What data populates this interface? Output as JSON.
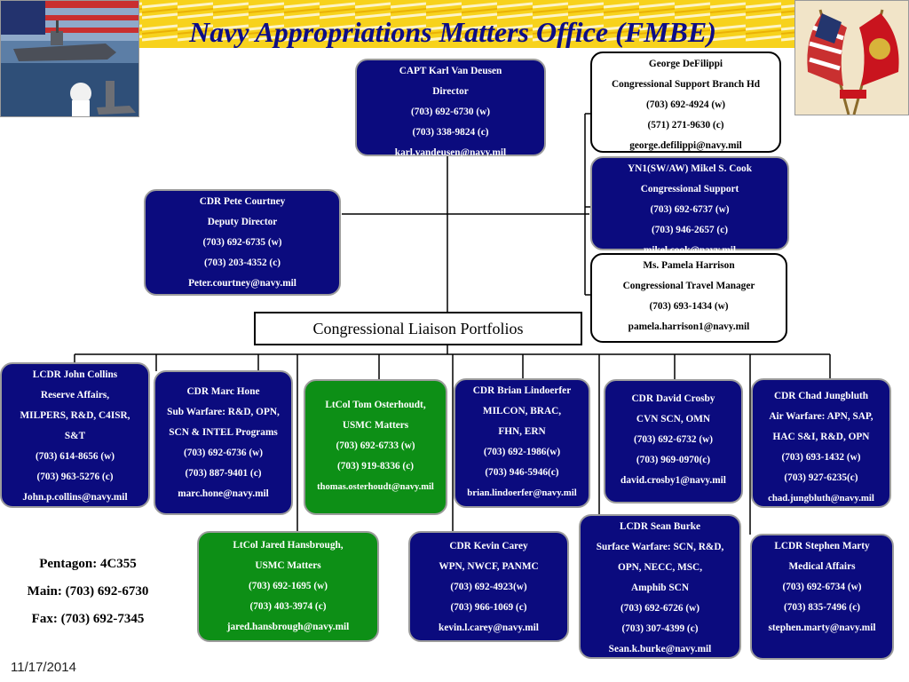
{
  "title": "Navy Appropriations Matters Office (FMBE)",
  "director": [
    "CAPT Karl Van Deusen",
    "Director",
    "(703) 692-6730 (w)",
    "(703) 338-9824 (c)",
    "karl.vandeusen@navy.mil"
  ],
  "deputy": [
    "CDR Pete Courtney",
    "Deputy Director",
    "(703) 692-6735 (w)",
    "(703) 203-4352 (c)",
    "Peter.courtney@navy.mil"
  ],
  "support_head": [
    "George DeFilippi",
    "Congressional Support Branch Hd",
    "(703) 692-4924 (w)",
    "(571)  271-9630 (c)",
    "george.defilippi@navy.mil"
  ],
  "support": [
    "YN1(SW/AW) Mikel S. Cook",
    "Congressional Support",
    "(703) 692-6737 (w)",
    "(703) 946-2657 (c)",
    "mikel.cook@navy.mil"
  ],
  "travel": [
    "Ms. Pamela Harrison",
    "Congressional Travel Manager",
    "(703) 693-1434 (w)",
    "pamela.harrison1@navy.mil"
  ],
  "portfolios_label": "Congressional Liaison Portfolios",
  "collins": [
    "LCDR John Collins",
    "Reserve Affairs,",
    "MILPERS, R&D, C4ISR,",
    "S&T",
    "(703) 614-8656 (w)",
    "(703) 963-5276 (c)",
    "John.p.collins@navy.mil"
  ],
  "hone": [
    "CDR Marc Hone",
    "Sub Warfare: R&D, OPN,",
    "SCN & INTEL Programs",
    "(703) 692-6736 (w)",
    "(703) 887-9401 (c)",
    "marc.hone@navy.mil"
  ],
  "osterhoudt": [
    "LtCol Tom Osterhoudt,",
    "USMC Matters",
    "(703) 692-6733 (w)",
    "(703) 919-8336 (c)",
    "thomas.osterhoudt@navy.mil"
  ],
  "lindoerfer": [
    "CDR Brian Lindoerfer",
    "MILCON, BRAC,",
    "FHN, ERN",
    "(703) 692-1986(w)",
    "(703) 946-5946(c)",
    "brian.lindoerfer@navy.mil"
  ],
  "crosby": [
    "CDR David Crosby",
    "CVN SCN,  OMN",
    "(703) 692-6732 (w)",
    "(703) 969-0970(c)",
    "david.crosby1@navy.mil"
  ],
  "jungbluth": [
    "CDR Chad Jungbluth",
    "Air Warfare: APN, SAP,",
    "HAC S&I,   R&D, OPN",
    "(703) 693-1432 (w)",
    "(703) 927-6235(c)",
    "chad.jungbluth@navy.mil"
  ],
  "hansbrough": [
    "LtCol Jared Hansbrough,",
    "USMC Matters",
    "(703) 692-1695 (w)",
    "(703) 403-3974 (c)",
    "jared.hansbrough@navy.mil"
  ],
  "carey": [
    "CDR  Kevin Carey",
    "WPN, NWCF, PANMC",
    "(703) 692-4923(w)",
    "(703) 966-1069 (c)",
    "kevin.l.carey@navy.mil"
  ],
  "burke": [
    "LCDR Sean Burke",
    "Surface Warfare: SCN, R&D,",
    "OPN, NECC, MSC,",
    "Amphib SCN",
    "(703) 692-6726 (w)",
    "(703) 307-4399 (c)",
    "Sean.k.burke@navy.mil"
  ],
  "marty": [
    "LCDR Stephen Marty",
    "Medical Affairs",
    "(703) 692-6734 (w)",
    "(703) 835-7496 (c)",
    "stephen.marty@navy.mil"
  ],
  "office_info": [
    "Pentagon:  4C355",
    "Main:  (703) 692-6730",
    "Fax:  (703) 692-7345"
  ],
  "footer_date": "11/17/2014",
  "colors": {
    "title": "#0d0d86",
    "blue_box": "#0b0b7e",
    "green_box": "#0d8f16",
    "gold_stripe": "#f2c200"
  }
}
